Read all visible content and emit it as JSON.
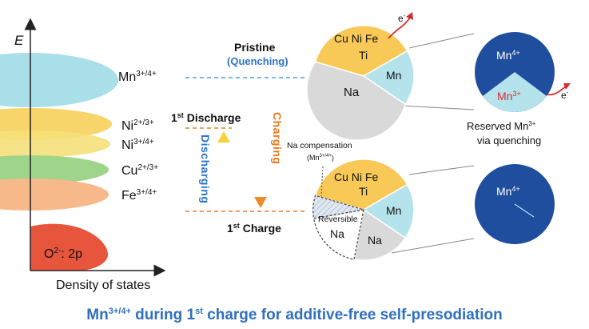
{
  "axis": {
    "y_label": "E",
    "x_label": "Density of states"
  },
  "levels": {
    "mn": {
      "base": "Mn",
      "sup": "3+/4+"
    },
    "ni23": {
      "base": "Ni",
      "sup": "2+/3+"
    },
    "ni34": {
      "base": "Ni",
      "sup": "3+/4+"
    },
    "cu": {
      "base": "Cu",
      "sup": "2+/3+"
    },
    "fe": {
      "base": "Fe",
      "sup": "3+/4+"
    },
    "o": {
      "base": "O",
      "sup": "2-",
      "tail": ": 2p"
    }
  },
  "states": {
    "pristine": "Pristine",
    "quenching": "(Quenching)",
    "discharge": {
      "pre": "1",
      "sup": "st",
      "post": " Discharge"
    },
    "charge": {
      "pre": "1",
      "sup": "st",
      "post": " Charge"
    }
  },
  "arrows": {
    "discharging": "Discharging",
    "charging": "Charging"
  },
  "pie_top": {
    "cations": "Cu Ni Fe",
    "ti": "Ti",
    "mn": "Mn",
    "na": "Na",
    "electron": {
      "base": "e",
      "sup": "-"
    }
  },
  "pie_bottom": {
    "cations": "Cu Ni Fe",
    "ti": "Ti",
    "mn": "Mn",
    "na": "Na",
    "reversible": "Reversible",
    "reversible_na": "Na",
    "compensation_line1": "Na compensation",
    "compensation_line2": {
      "base": "(Mn",
      "sup": "3+/4+",
      "tail": ")"
    }
  },
  "zoom_top": {
    "mn4": {
      "base": "Mn",
      "sup": "4+"
    },
    "mn3": {
      "base": "Mn",
      "sup": "3+"
    },
    "electron": {
      "base": "e",
      "sup": "-"
    },
    "note_line1": {
      "base": "Reserved Mn",
      "sup": "3+"
    },
    "note_line2": "via quenching"
  },
  "zoom_bottom": {
    "mn4": {
      "base": "Mn",
      "sup": "4+"
    }
  },
  "caption": {
    "p1": "Mn",
    "s1": "3+/4+",
    "p2": " during 1",
    "s2": "st",
    "p3": " charge for additive-free self-presodiation"
  },
  "colors": {
    "mn_band": "#a9dfe9",
    "ni_band": "#f8d56a",
    "cu_band": "#9fd58a",
    "fe_band": "#f7b98a",
    "o_band": "#e8553d",
    "pie_yellow": "#f9c957",
    "pie_cyan": "#b5e3ec",
    "pie_gray": "#d9d9d9",
    "zoom_blue": "#1f4e9e",
    "accent_blue": "#2e74c8",
    "accent_orange": "#e8791f",
    "electron_red": "#d62b2b"
  }
}
